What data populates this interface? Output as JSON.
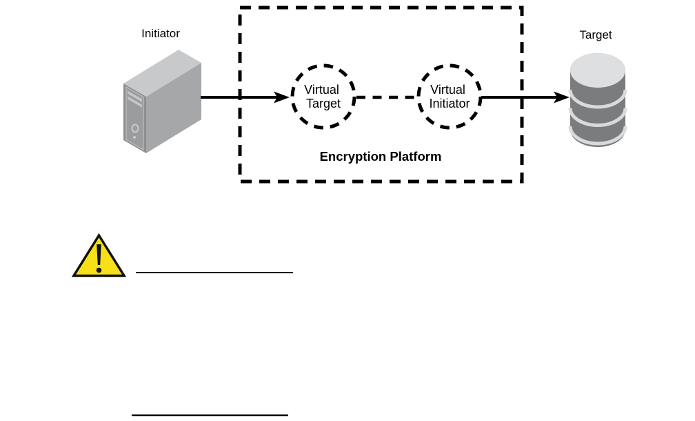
{
  "diagram": {
    "initiator_label": "Initiator",
    "target_label": "Target",
    "encryption_platform_label": "Encryption Platform",
    "virtual_target_lines": [
      "Virtual",
      "Target"
    ],
    "virtual_initiator_lines": [
      "Virtual",
      "Initiator"
    ]
  },
  "icons": {
    "initiator": "server-tower-icon",
    "target": "storage-cylinder-icon",
    "warning": "warning-triangle-icon"
  },
  "colors": {
    "warning_yellow": "#F7E017",
    "server_top": "#C8C9CB",
    "server_side": "#A6A7A9",
    "server_front": "#8E8F91",
    "server_detail": "#C6C7C9",
    "db_body": "#7B7C7E",
    "db_top": "#DEDFE0",
    "db_band": "#D9DADB",
    "stroke_black": "#000000"
  }
}
